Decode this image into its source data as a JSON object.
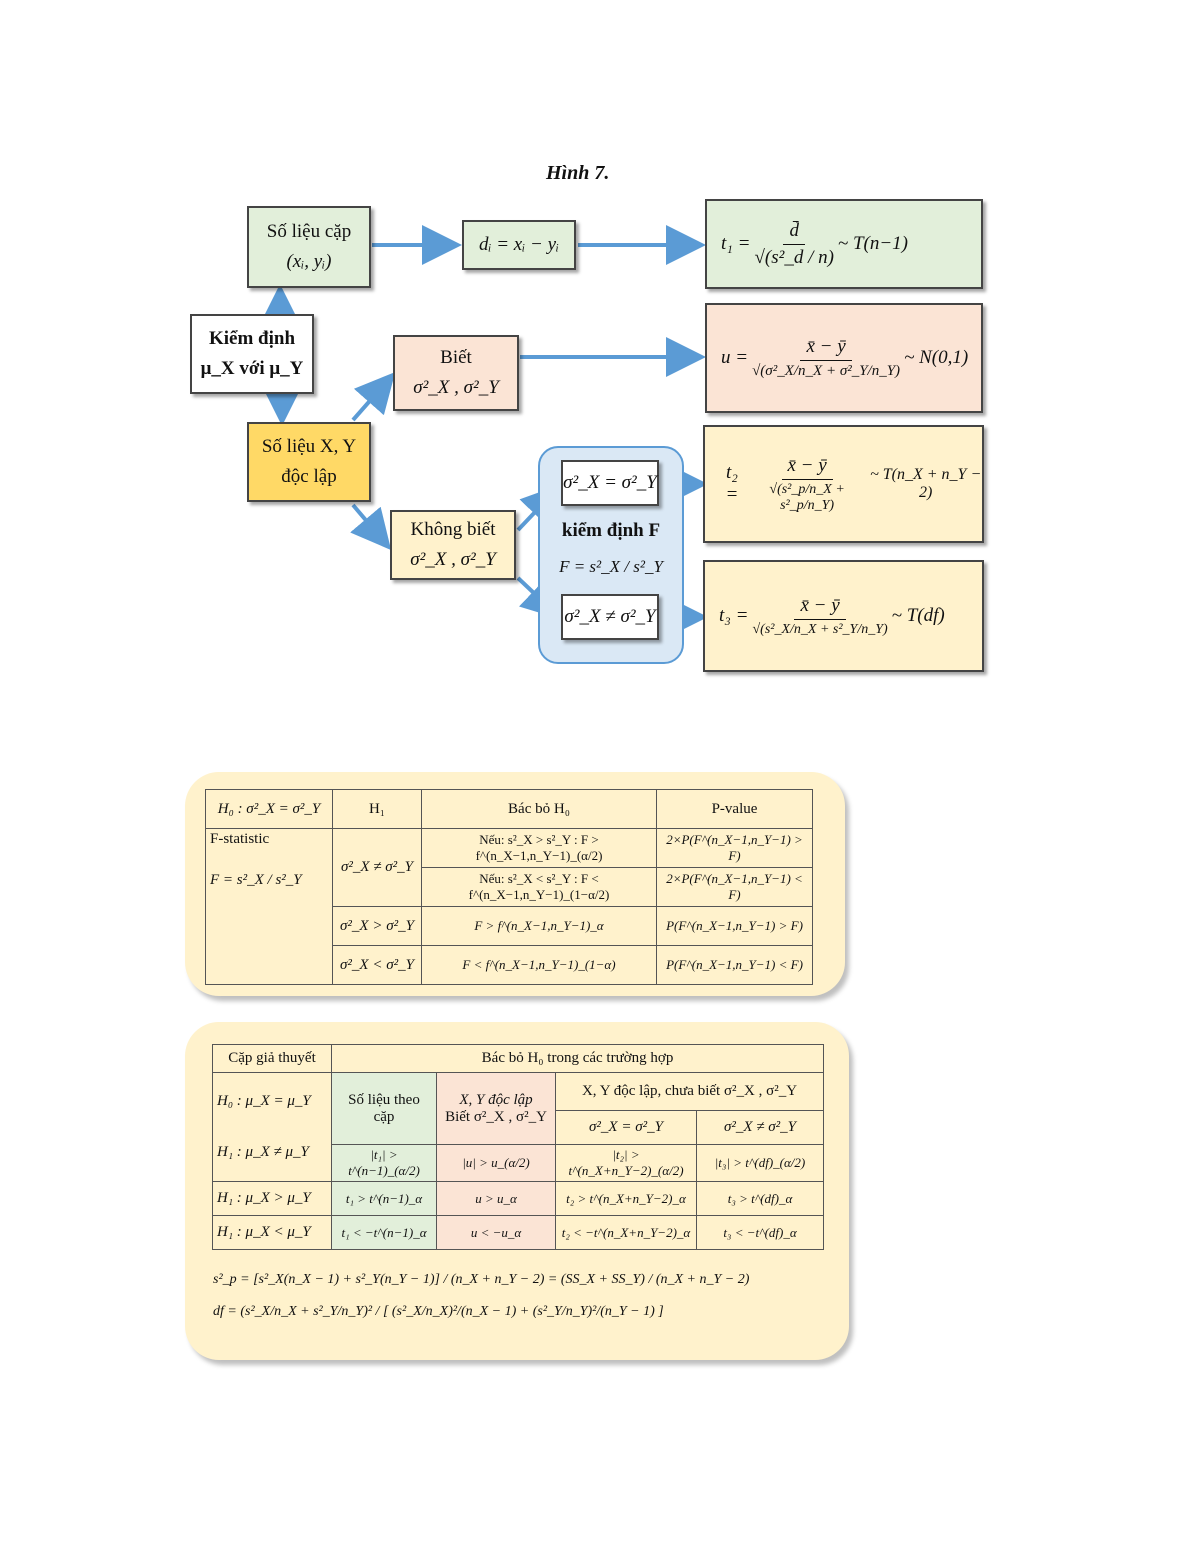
{
  "figure_title": "Hình 7.",
  "flow": {
    "paired": {
      "line1": "Số liệu cặp",
      "line2": "(xᵢ, yᵢ)"
    },
    "diff": "dᵢ = xᵢ − yᵢ",
    "t1": {
      "lhs": "t₁ =",
      "num": "d̄",
      "den": "√(s²_d / n)",
      "dist": "~ T(n−1)"
    },
    "test": {
      "line1": "Kiểm định",
      "line2": "μ_X với μ_Y"
    },
    "independent": {
      "line1": "Số liệu X, Y",
      "line2": "độc lập"
    },
    "known": {
      "line1": "Biết",
      "line2": "σ²_X , σ²_Y"
    },
    "u": {
      "lhs": "u =",
      "num": "x̄ − ȳ",
      "den": "√(σ²_X/n_X + σ²_Y/n_Y)",
      "dist": "~ N(0,1)"
    },
    "unknown": {
      "line1": "Không biết",
      "line2": "σ²_X , σ²_Y"
    },
    "ftest": {
      "eq": "σ²_X = σ²_Y",
      "label": "kiểm định F",
      "formula": "F = s²_X / s²_Y",
      "neq": "σ²_X ≠ σ²_Y"
    },
    "t2": {
      "lhs": "t₂ =",
      "num": "x̄ − ȳ",
      "den": "√(s²_p/n_X + s²_p/n_Y)",
      "dist": "~ T(n_X + n_Y − 2)"
    },
    "t3": {
      "lhs": "t₃ =",
      "num": "x̄ − ȳ",
      "den": "√(s²_X/n_X + s²_Y/n_Y)",
      "dist": "~ T(df)"
    }
  },
  "ftable": {
    "headers": [
      "H₀ : σ²_X = σ²_Y",
      "H₁",
      "Bác bỏ H₀",
      "P-value"
    ],
    "stat_label": "F-statistic",
    "stat_formula": "F = s²_X / s²_Y",
    "rows": [
      {
        "h1": "σ²_X ≠ σ²_Y",
        "reject": "Nếu: s²_X > s²_Y : F > f^(n_X−1,n_Y−1)_(α/2)",
        "pvalue": "2×P(F^(n_X−1,n_Y−1) > F)"
      },
      {
        "h1": "",
        "reject": "Nếu: s²_X < s²_Y : F < f^(n_X−1,n_Y−1)_(1−α/2)",
        "pvalue": "2×P(F^(n_X−1,n_Y−1) < F)"
      },
      {
        "h1": "σ²_X > σ²_Y",
        "reject": "F > f^(n_X−1,n_Y−1)_α",
        "pvalue": "P(F^(n_X−1,n_Y−1) > F)"
      },
      {
        "h1": "σ²_X < σ²_Y",
        "reject": "F < f^(n_X−1,n_Y−1)_(1−α)",
        "pvalue": "P(F^(n_X−1,n_Y−1) < F)"
      }
    ]
  },
  "ttable": {
    "h_pair": "Cặp giả thuyết",
    "h_reject": "Bác bỏ H₀ trong các trường hợp",
    "h0": "H₀ : μ_X = μ_Y",
    "h1_neq": "H₁ : μ_X ≠ μ_Y",
    "h1_gt": "H₁ : μ_X > μ_Y",
    "h1_lt": "H₁ : μ_X < μ_Y",
    "col_paired": "Số liệu theo cặp",
    "col_known_1": "X, Y độc lập",
    "col_known_2": "Biết σ²_X , σ²_Y",
    "col_unknown": "X, Y độc lập, chưa biết σ²_X , σ²_Y",
    "col_eq": "σ²_X = σ²_Y",
    "col_neq": "σ²_X ≠ σ²_Y",
    "rows": [
      [
        "|t₁| > t^(n−1)_(α/2)",
        "|u| > u_(α/2)",
        "|t₂| > t^(n_X+n_Y−2)_(α/2)",
        "|t₃| > t^(df)_(α/2)"
      ],
      [
        "t₁ > t^(n−1)_α",
        "u > u_α",
        "t₂ > t^(n_X+n_Y−2)_α",
        "t₃ > t^(df)_α"
      ],
      [
        "t₁ < −t^(n−1)_α",
        "u < −u_α",
        "t₂ < −t^(n_X+n_Y−2)_α",
        "t₃ < −t^(df)_α"
      ]
    ],
    "sp_formula": "s²_p = [s²_X(n_X − 1) + s²_Y(n_Y − 1)] / (n_X + n_Y − 2) = (SS_X + SS_Y) / (n_X + n_Y − 2)",
    "df_formula": "df = (s²_X/n_X + s²_Y/n_Y)² / [ (s²_X/n_X)²/(n_X − 1) + (s²_Y/n_Y)²/(n_Y − 1) ]"
  },
  "colors": {
    "arrow": "#5b9bd5",
    "green": "#e2efda",
    "pink": "#fbe4d5",
    "yellow": "#fff2cc",
    "gold": "#ffd966",
    "ftest_bg": "#dae8f5"
  }
}
